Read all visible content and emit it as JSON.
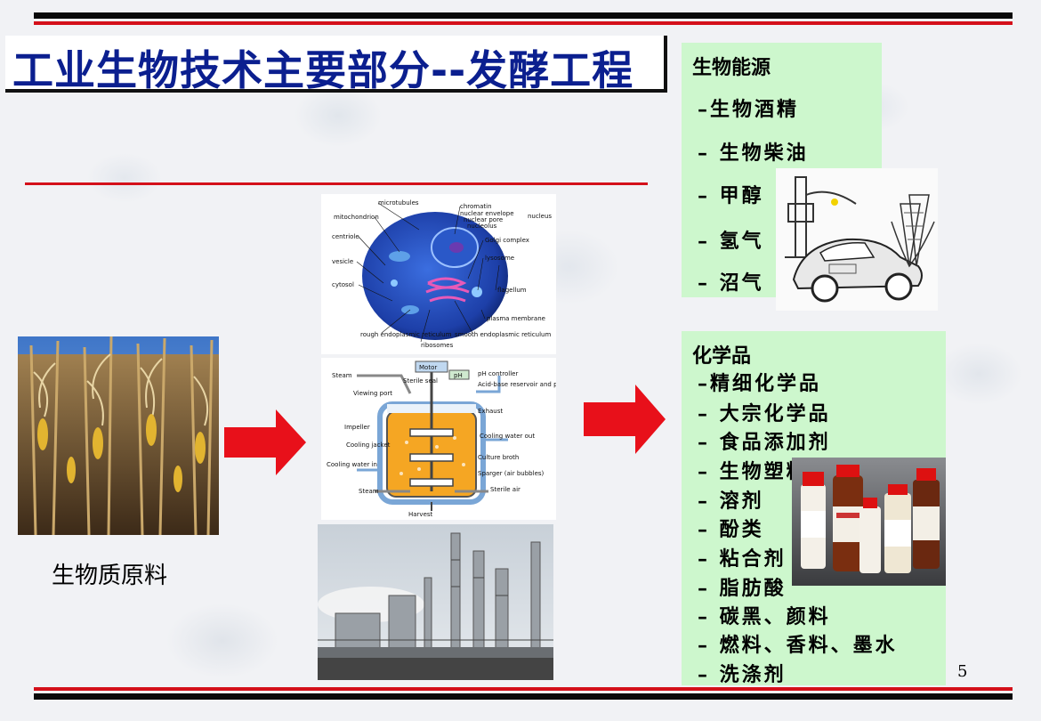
{
  "title": "工业生物技术主要部分--发酵工程",
  "raw_material_caption": "生物质原料",
  "energy": {
    "heading": "生物能源",
    "items": [
      "–生物酒精",
      "– 生物柴油",
      "– 甲醇",
      "– 氢气",
      "– 沼气"
    ]
  },
  "chemicals": {
    "heading": "化学品",
    "items": [
      "–精细化学品",
      "– 大宗化学品",
      "– 食品添加剂",
      "– 生物塑料",
      "– 溶剂",
      "– 酚类",
      "– 粘合剂",
      "– 脂肪酸",
      "– 碳黑、颜料",
      "– 燃料、香料、墨水",
      "– 洗涤剂"
    ]
  },
  "cell_labels": [
    "microtubules",
    "chromatin",
    "nuclear envelope",
    "nuclear pore",
    "nucleolus",
    "nucleus",
    "mitochondrion",
    "centriole",
    "Golgi complex",
    "lysosome",
    "vesicle",
    "cytosol",
    "flagellum",
    "plasma membrane",
    "rough endoplasmic reticulum",
    "ribosomes",
    "smooth endoplasmic reticulum"
  ],
  "reactor_labels": [
    "Motor",
    "pH",
    "Steam",
    "Sterile seal",
    "pH controller",
    "Acid-base reservoir and pump",
    "Viewing port",
    "Exhaust",
    "Impeller",
    "Cooling water out",
    "Cooling jacket",
    "Culture broth",
    "Cooling water in",
    "Sparger (air bubbles)",
    "Steam",
    "Sterile air",
    "Harvest"
  ],
  "page_number": "5",
  "colors": {
    "title": "#0b1f8f",
    "accent_red": "#d4101a",
    "panel_green": "#cdf7cd",
    "arrow_red": "#e8101a"
  }
}
